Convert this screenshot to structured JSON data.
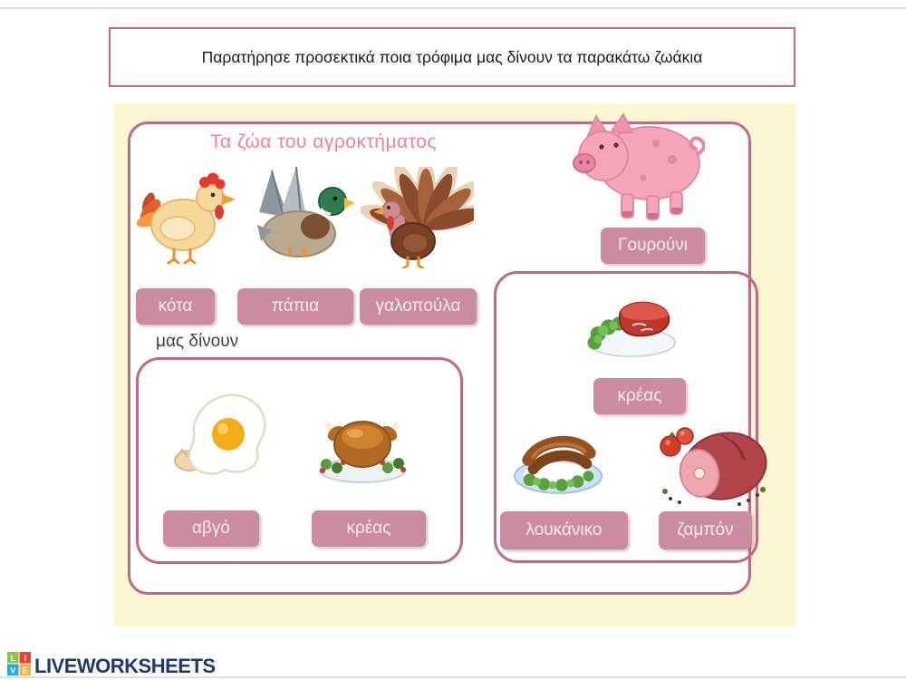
{
  "page": {
    "instruction": "Παρατήρησε  προσεκτικά ποια τρόφιμα μας δίνουν τα παρακάτω ζωάκια"
  },
  "worksheet": {
    "title": "Τα ζώα του αγροκτήματος",
    "gives_label": "μας δίνουν",
    "animals": [
      {
        "label": "κότα",
        "icon": "hen-image"
      },
      {
        "label": "πάπια",
        "icon": "duck-image"
      },
      {
        "label": "γαλοπούλα",
        "icon": "turkey-image"
      },
      {
        "label": "Γουρούνι",
        "icon": "pig-image"
      }
    ],
    "poultry_products": [
      {
        "label": "αβγό",
        "icon": "fried-egg-image"
      },
      {
        "label": "κρέας",
        "icon": "roast-meat-image"
      }
    ],
    "pig_products": [
      {
        "label": "κρέας",
        "icon": "meat-plate-image"
      },
      {
        "label": "λουκάνικο",
        "icon": "sausage-plate-image"
      },
      {
        "label": "ζαμπόν",
        "icon": "ham-image"
      }
    ]
  },
  "footer": {
    "logo_text": "LIVEWORKSHEETS"
  },
  "colors": {
    "button_pink": "#cb8d9e",
    "border_pink": "#bd6b85",
    "title_pink": "#ee7fa9",
    "instruction_border": "#cb6a72",
    "background_yellow": "#fbf7d3",
    "logo_blue": "#1c3a70"
  }
}
